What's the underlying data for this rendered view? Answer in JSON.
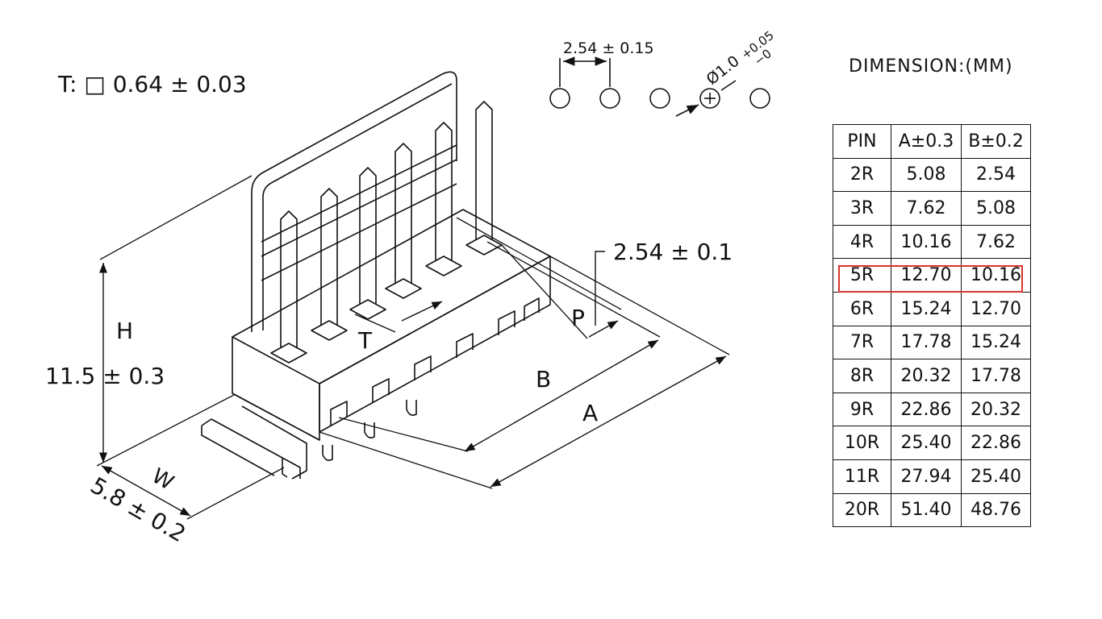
{
  "labels": {
    "pin_size": "T: □ 0.64 ± 0.03",
    "hole_pitch": "2.54 ± 0.15",
    "hole_diameter_main": "Ø1.0",
    "hole_diameter_plus": "+0.05",
    "hole_diameter_minus": "−0",
    "pin_offset": "2.54 ± 0.1",
    "H": "H",
    "height_value": "11.5 ± 0.3",
    "W": "W",
    "width_value": "5.8 ± 0.2",
    "T": "T",
    "P": "P",
    "A": "A",
    "B": "B"
  },
  "table": {
    "title": "DIMENSION:(MM)",
    "headers": [
      "PIN",
      "A±0.3",
      "B±0.2"
    ],
    "rows": [
      [
        "2R",
        "5.08",
        "2.54"
      ],
      [
        "3R",
        "7.62",
        "5.08"
      ],
      [
        "4R",
        "10.16",
        "7.62"
      ],
      [
        "5R",
        "12.70",
        "10.16"
      ],
      [
        "6R",
        "15.24",
        "12.70"
      ],
      [
        "7R",
        "17.78",
        "15.24"
      ],
      [
        "8R",
        "20.32",
        "17.78"
      ],
      [
        "9R",
        "22.86",
        "20.32"
      ],
      [
        "10R",
        "25.40",
        "22.86"
      ],
      [
        "11R",
        "27.94",
        "25.40"
      ],
      [
        "20R",
        "51.40",
        "48.76"
      ]
    ],
    "highlighted_row": "5R",
    "highlight_color": "#d9342b"
  }
}
